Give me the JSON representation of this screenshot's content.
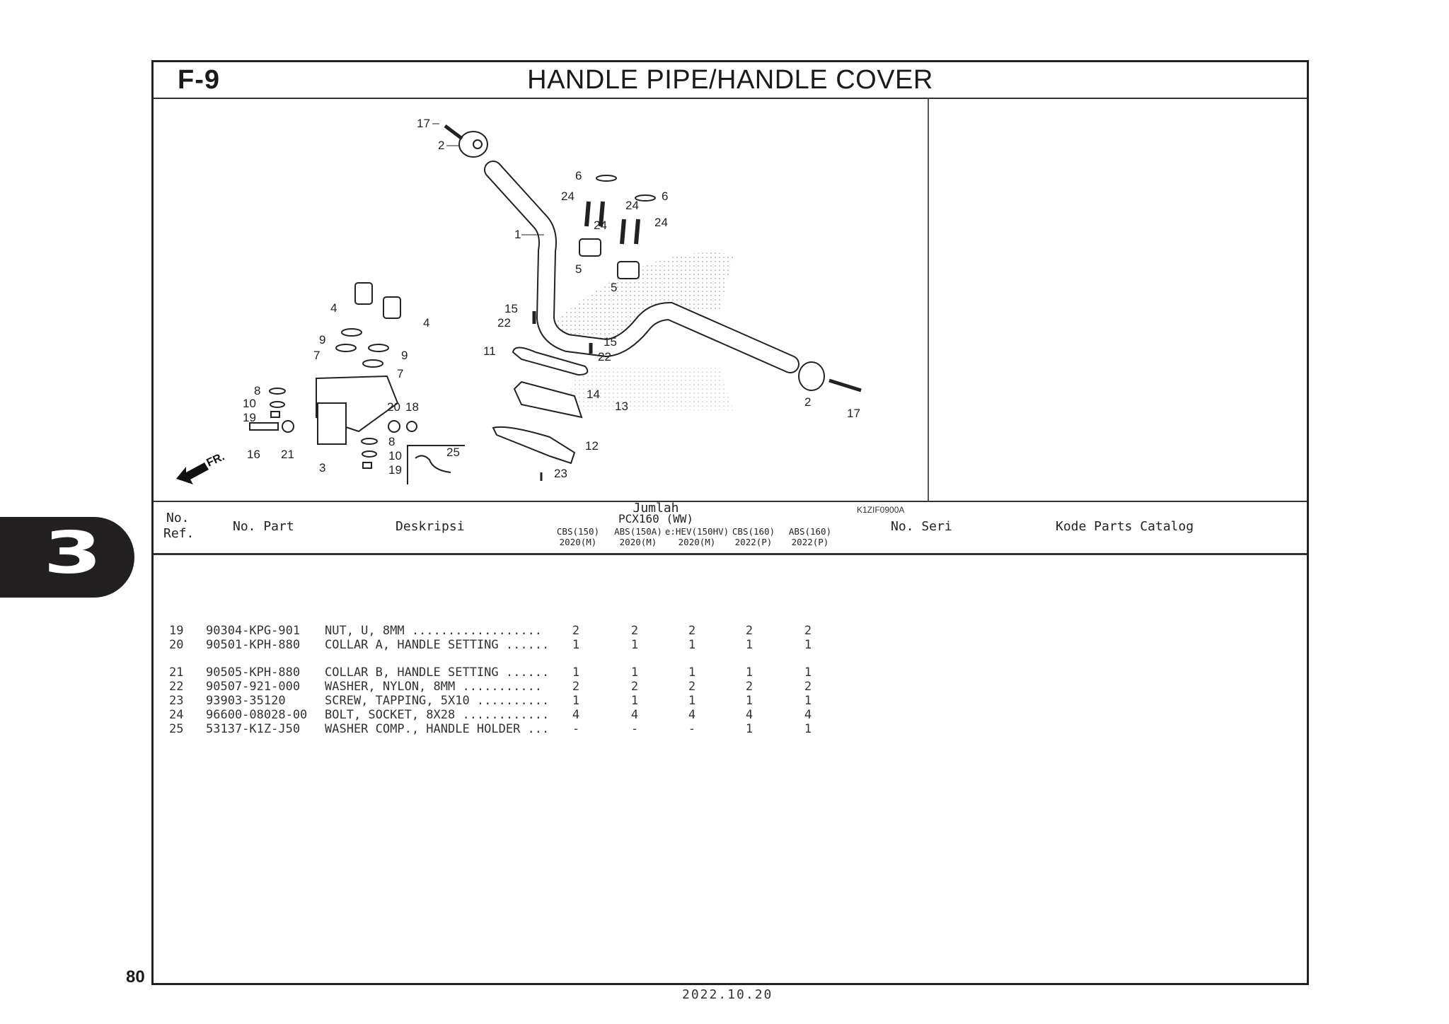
{
  "section": {
    "code": "F-9",
    "title": "HANDLE PIPE/HANDLE COVER"
  },
  "diagram": {
    "code": "K1ZIF0900A",
    "front_label": "FR.",
    "callouts": [
      "17",
      "2",
      "1",
      "6",
      "24",
      "24",
      "6",
      "24",
      "24",
      "5",
      "5",
      "4",
      "4",
      "9",
      "7",
      "9",
      "7",
      "8",
      "10",
      "19",
      "16",
      "21",
      "3",
      "20",
      "18",
      "8",
      "10",
      "19",
      "25",
      "15",
      "22",
      "11",
      "15",
      "22",
      "14",
      "13",
      "12",
      "23",
      "2",
      "17"
    ]
  },
  "table": {
    "headers": {
      "ref_line1": "No.",
      "ref_line2": "Ref.",
      "part": "No. Part",
      "desc": "Deskripsi",
      "qty_group": "Jumlah",
      "model": "PCX160 (WW)",
      "serial": "No. Seri",
      "catalog": "Kode Parts Catalog",
      "variants": [
        {
          "name": "CBS(150)",
          "year": "2020(M)"
        },
        {
          "name": "ABS(150A)",
          "year": "2020(M)"
        },
        {
          "name": "e:HEV(150HV)",
          "year": "2020(M)"
        },
        {
          "name": "CBS(160)",
          "year": "2022(P)"
        },
        {
          "name": "ABS(160)",
          "year": "2022(P)"
        }
      ]
    },
    "rows": [
      {
        "ref": "19",
        "part": "90304-KPG-901",
        "desc": "NUT, U, 8MM ..................",
        "qty": [
          "2",
          "2",
          "2",
          "2",
          "2"
        ]
      },
      {
        "ref": "20",
        "part": "90501-KPH-880",
        "desc": "COLLAR A, HANDLE SETTING ......",
        "qty": [
          "1",
          "1",
          "1",
          "1",
          "1"
        ]
      },
      {
        "ref": "21",
        "part": "90505-KPH-880",
        "desc": "COLLAR B, HANDLE SETTING ......",
        "qty": [
          "1",
          "1",
          "1",
          "1",
          "1"
        ]
      },
      {
        "ref": "22",
        "part": "90507-921-000",
        "desc": "WASHER, NYLON, 8MM ...........",
        "qty": [
          "2",
          "2",
          "2",
          "2",
          "2"
        ]
      },
      {
        "ref": "23",
        "part": "93903-35120",
        "desc": "SCREW, TAPPING, 5X10 ..........",
        "qty": [
          "1",
          "1",
          "1",
          "1",
          "1"
        ]
      },
      {
        "ref": "24",
        "part": "96600-08028-00",
        "desc": "BOLT, SOCKET, 8X28 ............",
        "qty": [
          "4",
          "4",
          "4",
          "4",
          "4"
        ]
      },
      {
        "ref": "25",
        "part": "53137-K1Z-J50",
        "desc": "WASHER COMP., HANDLE HOLDER ...",
        "qty": [
          "-",
          "-",
          "-",
          "1",
          "1"
        ]
      }
    ]
  },
  "chapter_tab": "3",
  "page_number": "80",
  "date": "2022.10.20"
}
